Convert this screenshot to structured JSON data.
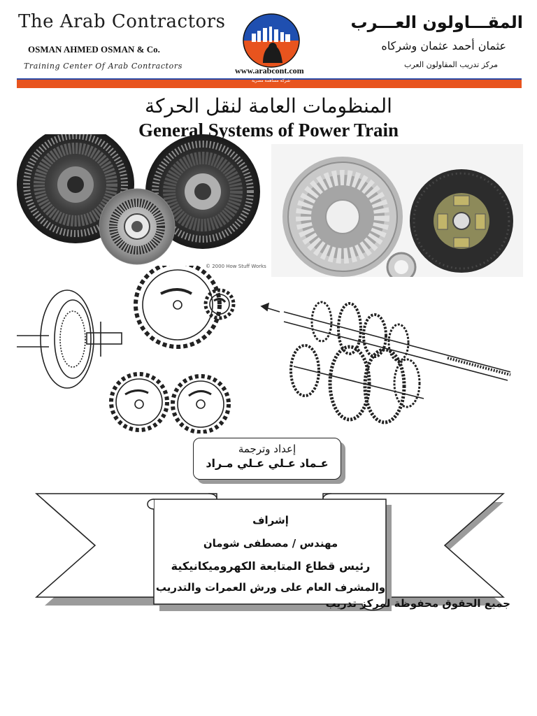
{
  "header": {
    "brand_en": "The Arab Contractors",
    "company_en": "OSMAN AHMED OSMAN & Co.",
    "training_en": "Training Center Of Arab Contractors",
    "website": "www.arabcont.com",
    "brand_ar": "المقـــاولون العـــرب",
    "company_ar": "عثمان أحمد عثمان وشركاه",
    "training_ar": "مركز تدريب المقاولون العرب",
    "band_text": "شركة مساهمة مصرية",
    "colors": {
      "band": "#e8541e",
      "band_line": "#2a4aa6",
      "logo_sky": "#1f4fb0",
      "logo_sun": "#e8541e"
    }
  },
  "title": {
    "arabic": "المنظومات العامة لنقل الحركة",
    "english": "General Systems of Power Train"
  },
  "figures": {
    "photo_credit": "© 2000 How Stuff Works",
    "items": [
      "torque-converter-photo",
      "clutch-assembly-photo",
      "gear-train-diagram",
      "gearbox-diagram"
    ]
  },
  "author": {
    "label": "إعداد وترجمة",
    "name": "عـماد عـلي عـلي مـراد"
  },
  "supervision": {
    "label": "إشراف",
    "name": "مهندس / مصطفى شومان",
    "role": "رئيس قطاع المتابعة الكهروميكانيكية",
    "role2": "والمشرف العام على ورش العمرات والتدريب"
  },
  "rights": "جميع الحقوق محفوظة لمركز تدريب"
}
